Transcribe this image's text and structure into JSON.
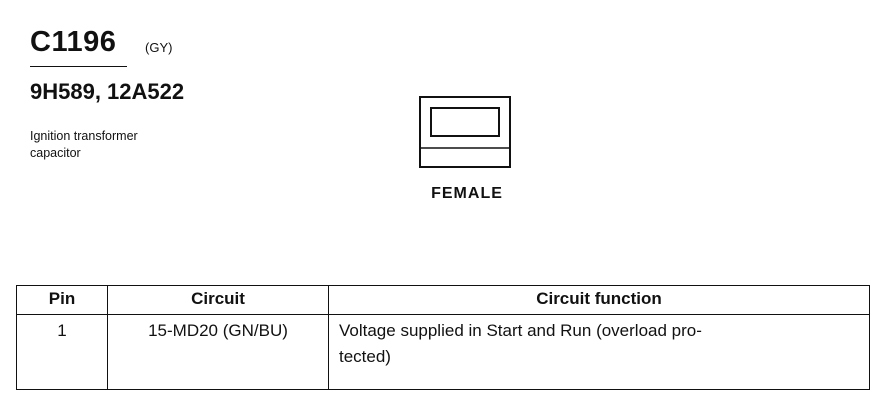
{
  "connector": {
    "id": "C1196",
    "color_code": "(GY)",
    "part_numbers": "9H589, 12A522",
    "description_lines": [
      "Ignition transformer",
      "capacitor"
    ],
    "gender": "FEMALE"
  },
  "table": {
    "headers": {
      "pin": "Pin",
      "circuit": "Circuit",
      "function": "Circuit function"
    },
    "rows": [
      {
        "pin": "1",
        "circuit": "15-MD20 (GN/BU)",
        "function_lines": [
          "Voltage supplied in Start and Run (overload pro-",
          "tected)"
        ]
      }
    ]
  }
}
